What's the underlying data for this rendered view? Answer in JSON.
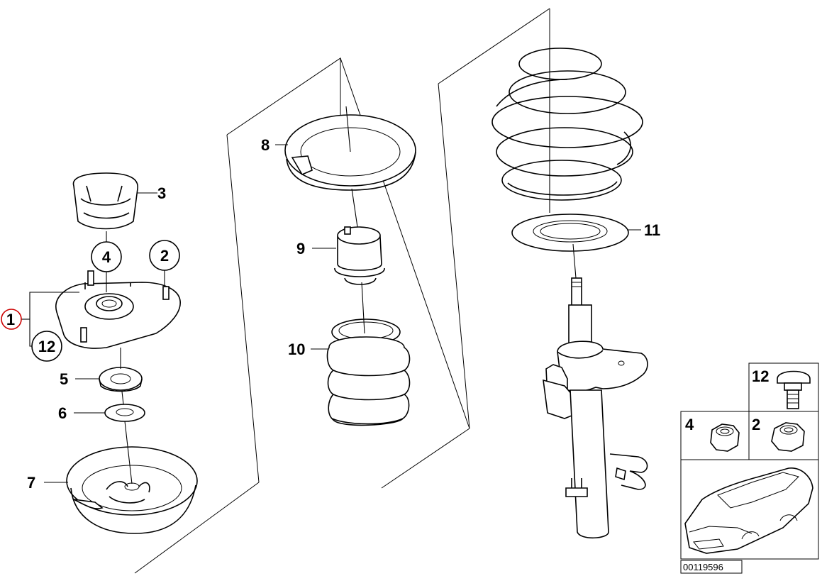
{
  "callouts": {
    "c1": "1",
    "c2": "2",
    "c3": "3",
    "c4": "4",
    "c5": "5",
    "c6": "6",
    "c7": "7",
    "c8": "8",
    "c9": "9",
    "c10": "10",
    "c11": "11",
    "c12": "12"
  },
  "legend": {
    "l12": "12",
    "l4": "4",
    "l2": "2"
  },
  "reference_number": "00119596",
  "colors": {
    "line": "#000000",
    "highlight": "#cc0000"
  }
}
